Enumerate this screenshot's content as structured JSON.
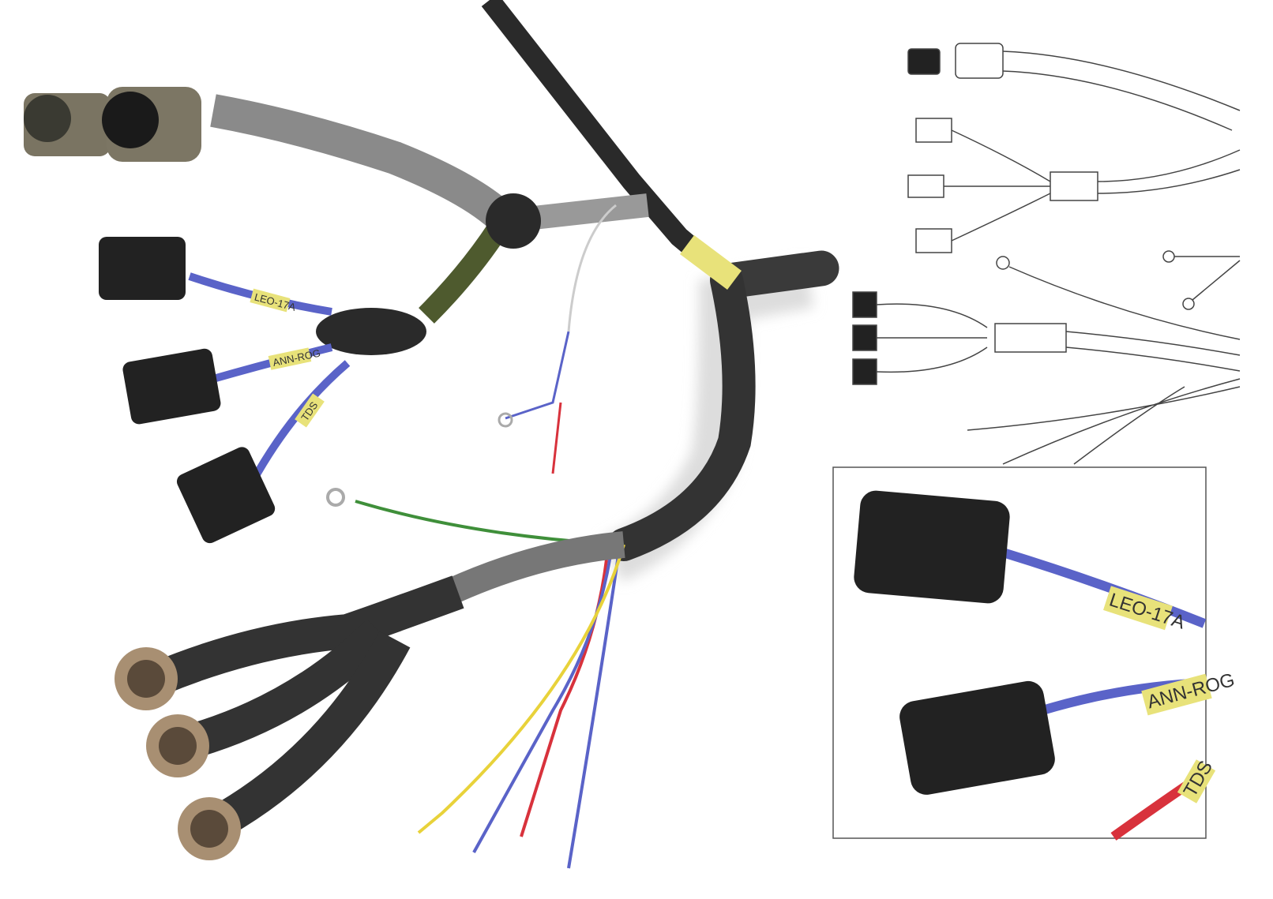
{
  "render": {
    "sleeve_labels": [
      "LEO-17A",
      "ANN-ROG",
      "TDS"
    ],
    "inset_labels": [
      "LEO-17A",
      "ANN-ROG",
      "TDS"
    ]
  },
  "colors": {
    "background": "#ffffff",
    "jacket": "#2f2f2f",
    "braid": "#8a8a8a",
    "green_braid": "#4e5a2e",
    "label_sleeve": "#e8e27a",
    "wire_blue": "#5a63c8",
    "wire_red": "#d8323c",
    "wire_yellow": "#e8d23a",
    "wire_green": "#3f8f3a",
    "connector_bronze": "#a88f72",
    "mil_connector": "#7c7664"
  }
}
